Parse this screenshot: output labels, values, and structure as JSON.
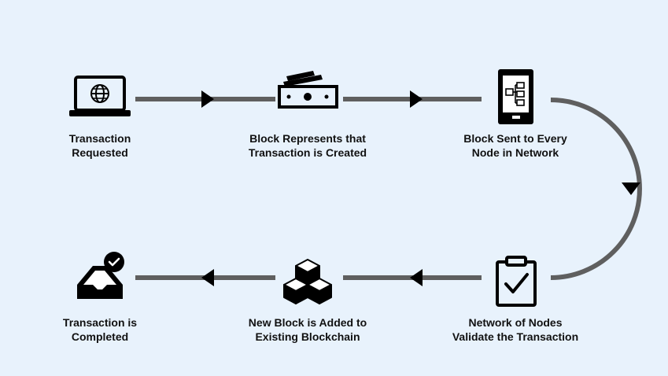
{
  "diagram": {
    "steps": [
      {
        "icon": "laptop-globe-icon",
        "label": "Transaction\nRequested"
      },
      {
        "icon": "cash-stack-icon",
        "label": "Block Represents that\nTransaction is Created"
      },
      {
        "icon": "phone-network-icon",
        "label": "Block Sent to Every\nNode in Network"
      },
      {
        "icon": "clipboard-check-icon",
        "label": "Network of Nodes\nValidate the Transaction"
      },
      {
        "icon": "cubes-icon",
        "label": "New Block is Added to\nExisting Blockchain"
      },
      {
        "icon": "inbox-check-icon",
        "label": "Transaction is\nCompleted"
      }
    ],
    "colors": {
      "background": "#e8f2fc",
      "connector": "#5f5f5f",
      "ink": "#111111"
    }
  }
}
